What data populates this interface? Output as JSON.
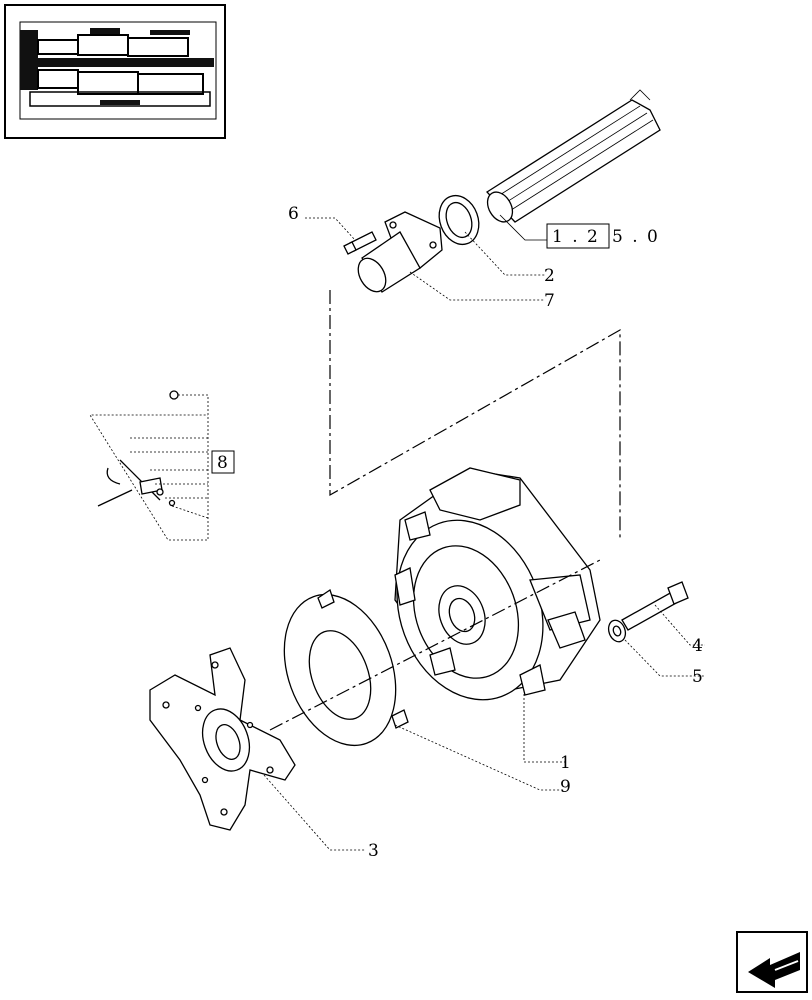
{
  "callouts": {
    "c1": "1",
    "c2": "2",
    "c3": "3",
    "c4": "4",
    "c5": "5",
    "c6": "6",
    "c7": "7",
    "c8": "8",
    "c9": "9"
  },
  "reference": {
    "boxed": "1 . 2",
    "rest": "5 . 0"
  },
  "nav_icon": "next-page-arrow-icon"
}
